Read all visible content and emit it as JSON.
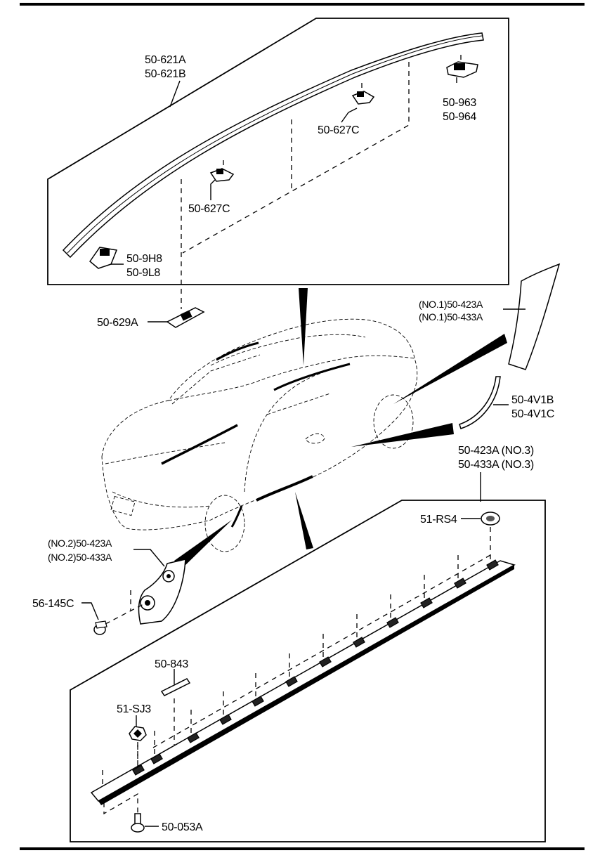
{
  "labels": {
    "roof_molding_a": "50-621A",
    "roof_molding_b": "50-621B",
    "roof_end_a": "50-963",
    "roof_end_b": "50-964",
    "clip_rear": "50-627C",
    "clip_front": "50-627C",
    "front_end_a": "50-9H8",
    "front_end_b": "50-9L8",
    "clip_629": "50-629A",
    "no1_a": "(NO.1)50-423A",
    "no1_b": "(NO.1)50-433A",
    "v1b": "50-4V1B",
    "v1c": "50-4V1C",
    "no3_a": "50-423A (NO.3)",
    "no3_b": "50-433A (NO.3)",
    "rs4": "51-RS4",
    "no2_a": "(NO.2)50-423A",
    "no2_b": "(NO.2)50-433A",
    "screw_145": "56-145C",
    "strip_843": "50-843",
    "nut_sj3": "51-SJ3",
    "screw_053": "50-053A"
  },
  "icons": {
    "roof_molding": "roof-molding-icon",
    "clip": "clip-icon",
    "end_piece": "end-piece-icon",
    "car": "car-outline-icon",
    "fender_molding": "fender-molding-icon",
    "side_sill_molding": "side-sill-molding-icon",
    "screw": "screw-icon",
    "nut": "nut-icon",
    "strip": "strip-icon"
  }
}
